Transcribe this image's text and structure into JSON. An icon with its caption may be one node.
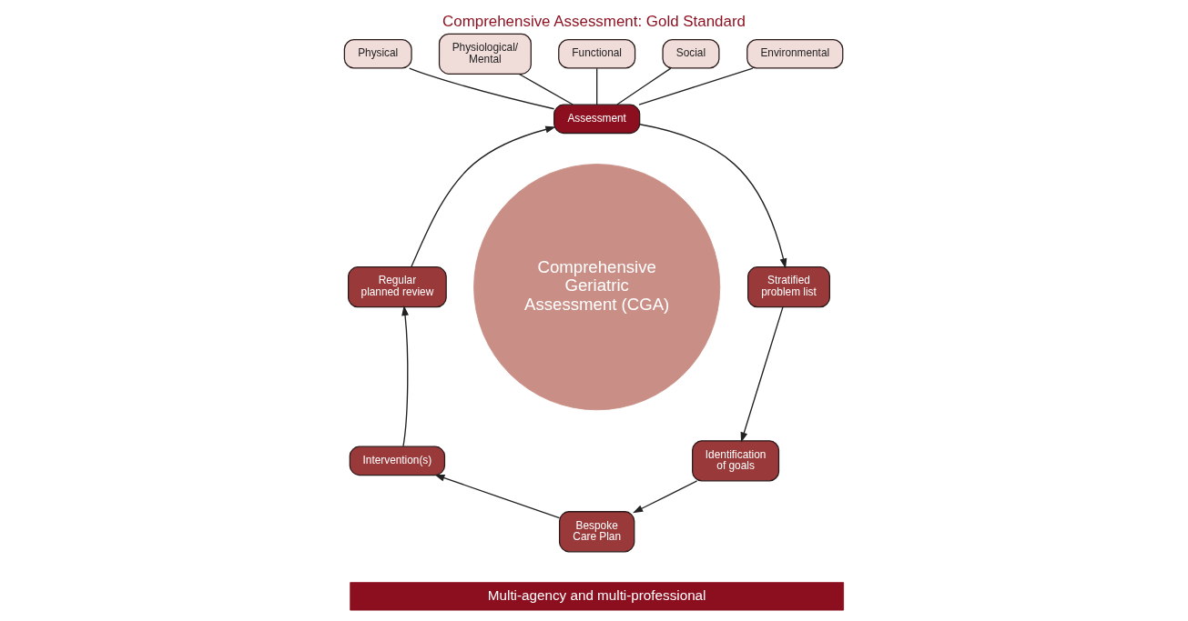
{
  "diagram": {
    "title": "Comprehensive Assessment: Gold Standard",
    "caption": "Multi-agency and multi-professional",
    "nodes": [
      {
        "text": [
          "Physical"
        ]
      },
      {
        "text": [
          "Physiological/ Mental"
        ]
      },
      {
        "text": [
          "Functional"
        ]
      },
      {
        "text": [
          "Social"
        ]
      },
      {
        "text": [
          "Environmental"
        ]
      },
      {
        "text": [
          "Assessment"
        ]
      },
      {
        "text": [
          "Comprehensive Geriatric Assessment (CGA)"
        ]
      },
      {
        "text": [
          "Stratified problem list"
        ]
      },
      {
        "text": [
          "Identification of goals"
        ]
      },
      {
        "text": [
          "Bespoke Care Plan"
        ]
      },
      {
        "text": [
          "Intervention(s)"
        ]
      },
      {
        "text": [
          "Regular planned review"
        ]
      }
    ],
    "edges": [
      {
        "from": 0,
        "to": 5,
        "arrow": "none"
      },
      {
        "from": 1,
        "to": 5,
        "arrow": "none"
      },
      {
        "from": 2,
        "to": 5,
        "arrow": "none"
      },
      {
        "from": 3,
        "to": 5,
        "arrow": "none"
      },
      {
        "from": 4,
        "to": 5,
        "arrow": "none"
      },
      {
        "from": 5,
        "to": 7,
        "arrow": "to"
      },
      {
        "from": 7,
        "to": 8,
        "arrow": "to"
      },
      {
        "from": 8,
        "to": 9,
        "arrow": "to"
      },
      {
        "from": 9,
        "to": 10,
        "arrow": "to"
      },
      {
        "from": 10,
        "to": 11,
        "arrow": "to"
      },
      {
        "from": 11,
        "to": 5,
        "arrow": "to"
      }
    ]
  }
}
